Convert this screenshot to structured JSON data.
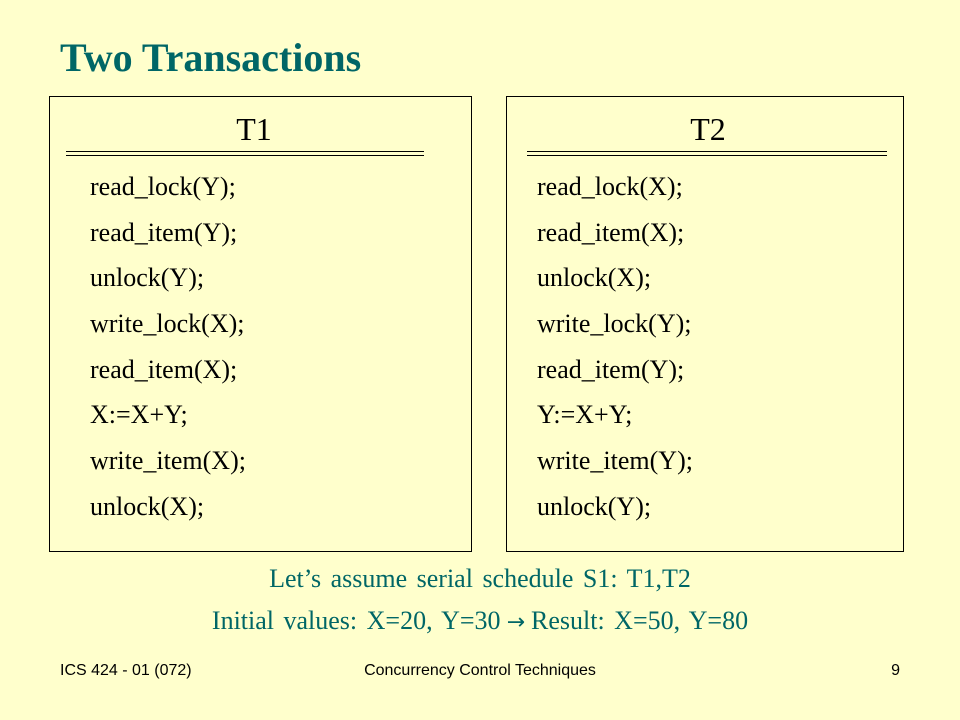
{
  "slide": {
    "title": "Two Transactions",
    "transactions": [
      {
        "name": "T1",
        "operations": [
          "read_lock(Y);",
          "read_item(Y);",
          "unlock(Y);",
          "write_lock(X);",
          "read_item(X);",
          "X:=X+Y;",
          "write_item(X);",
          "unlock(X);"
        ]
      },
      {
        "name": "T2",
        "operations": [
          "read_lock(X);",
          "read_item(X);",
          "unlock(X);",
          "write_lock(Y);",
          "read_item(Y);",
          "Y:=X+Y;",
          "write_item(Y);",
          "unlock(Y);"
        ]
      }
    ],
    "caption_line1": "Let’s assume serial schedule S1: T1,T2",
    "caption_line2_left": "Initial values: X=20, Y=30",
    "caption_arrow": "→",
    "caption_line2_right": "Result: X=50, Y=80"
  },
  "footer": {
    "course": "ICS 424 - 01 (072)",
    "topic": "Concurrency Control Techniques",
    "page_number": "9"
  },
  "colors": {
    "background": "#FFFFCC",
    "title": "#006666",
    "caption": "#006666",
    "body_text": "#000000"
  }
}
